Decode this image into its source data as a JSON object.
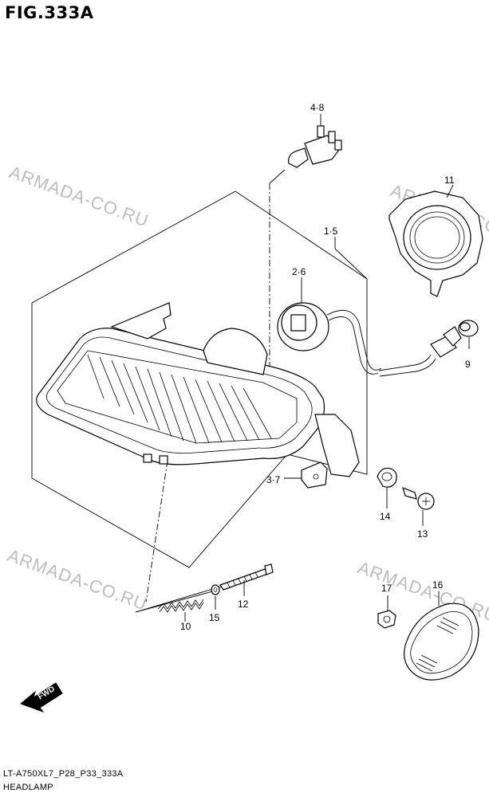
{
  "figure": {
    "title": "FIG.333A",
    "footer_code": "LT-A750XL7_P28_P33_333A",
    "footer_name": "HEADLAMP"
  },
  "watermark": "ARMADA-CO.RU",
  "fwd_label": "FWD",
  "callouts": {
    "c48": "4·8",
    "c11": "11",
    "c15a": "1·5",
    "c26": "2·6",
    "c9": "9",
    "c37": "3·7",
    "c14": "14",
    "c13": "13",
    "c12": "12",
    "c10": "10",
    "c15b": "15",
    "c17": "17",
    "c16": "16"
  }
}
